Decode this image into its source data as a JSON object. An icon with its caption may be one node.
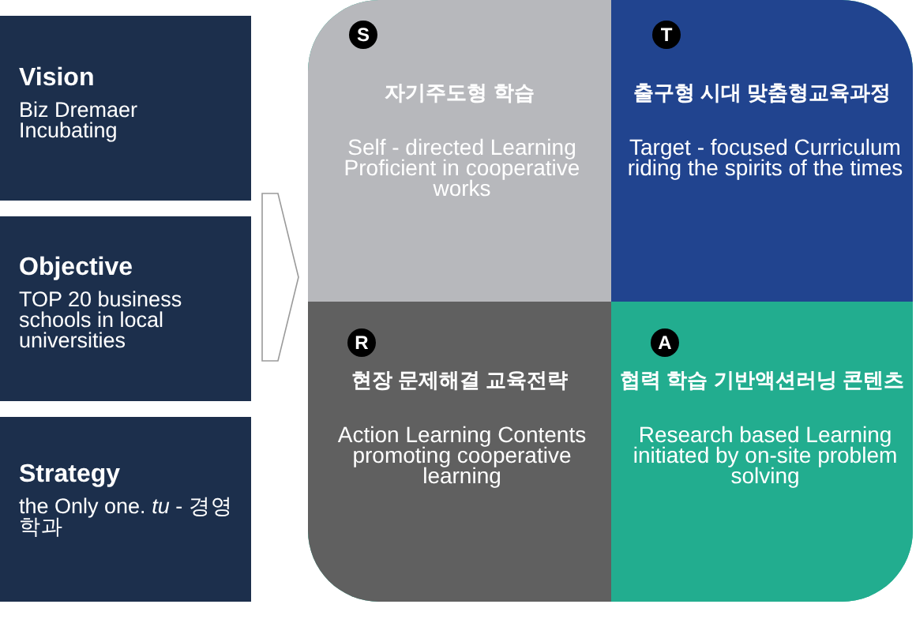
{
  "diagram": {
    "nodes": [
      {
        "text": [
          "Vision",
          "Biz Dremaer Incubating"
        ]
      },
      {
        "text": [
          "Objective",
          "TOP 20 business schools in local universities"
        ]
      },
      {
        "text": [
          "Strategy",
          "the Only one. *tu* - 경영학과"
        ]
      },
      {
        "text": [],
        "shape": "box"
      },
      {
        "text": [
          "자기주도형 학습",
          "Self - directed Learning Proficient in cooperative works"
        ],
        "in": 3
      },
      {
        "text": [
          "S"
        ],
        "in": 4
      },
      {
        "text": [
          "출구형 시대 맞춤형교육과정",
          "Target - focused Curriculum riding the spirits of the times"
        ],
        "in": 3
      },
      {
        "text": [
          "T"
        ],
        "in": 6
      },
      {
        "text": [
          "현장 문제해결 교육전략",
          "Action Learning Contents promoting cooperative learning"
        ],
        "in": 3
      },
      {
        "text": [
          "R"
        ],
        "in": 8
      },
      {
        "text": [
          "협력 학습 기반액션러닝 콘텐츠",
          "Research based Learning initiated by on-site problem solving"
        ],
        "in": 3
      },
      {
        "text": [
          "A"
        ],
        "in": 10
      }
    ],
    "edges": [
      {
        "from": 1,
        "to": 3,
        "arrow": "to"
      }
    ]
  }
}
